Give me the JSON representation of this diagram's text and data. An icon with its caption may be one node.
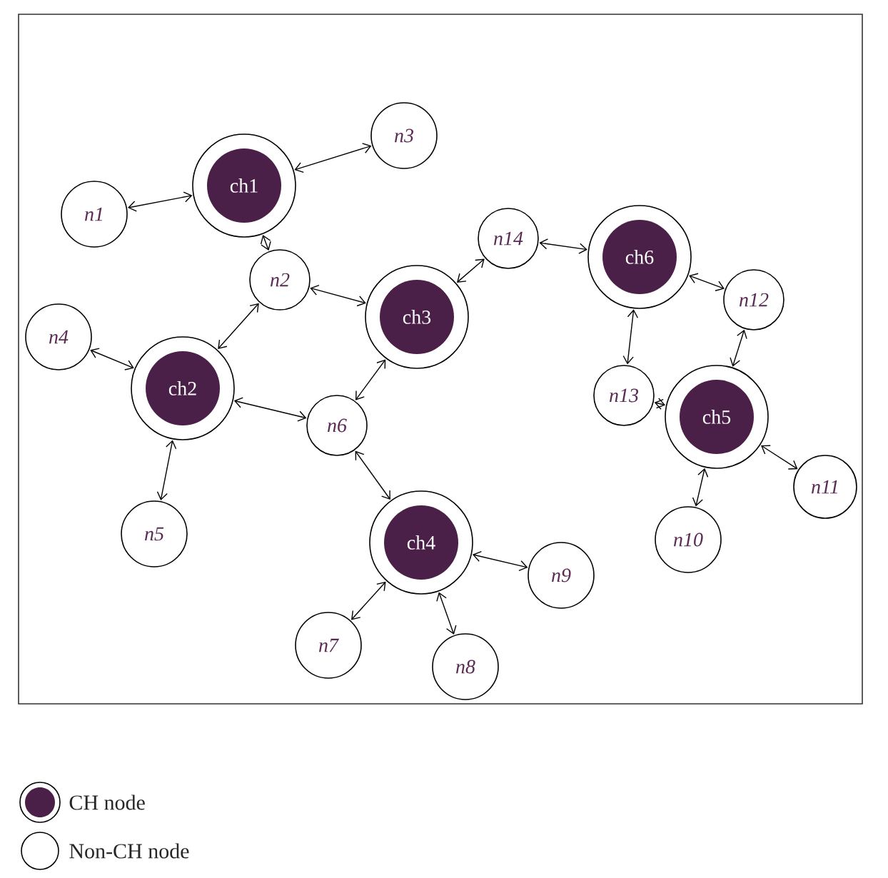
{
  "diagram": {
    "nodes": [
      {
        "text": [
          "n3"
        ]
      },
      {
        "text": [
          "ch1"
        ]
      },
      {
        "text": [
          "n1"
        ]
      },
      {
        "text": [
          "n14"
        ]
      },
      {
        "text": [
          "ch6"
        ]
      },
      {
        "text": [
          "n2"
        ]
      },
      {
        "text": [
          "n12"
        ]
      },
      {
        "text": [
          "ch3"
        ]
      },
      {
        "text": [
          "n4"
        ]
      },
      {
        "text": [
          "ch2"
        ]
      },
      {
        "text": [
          "n13"
        ]
      },
      {
        "text": [
          "ch5"
        ]
      },
      {
        "text": [
          "n6"
        ]
      },
      {
        "text": [
          "n11"
        ]
      },
      {
        "text": [
          "n5"
        ]
      },
      {
        "text": [
          "n10"
        ]
      },
      {
        "text": [
          "ch4"
        ]
      },
      {
        "text": [
          "n9"
        ]
      },
      {
        "text": [
          "n7"
        ]
      },
      {
        "text": [
          "n8"
        ]
      }
    ],
    "edges": [
      {
        "from": 1,
        "to": 2,
        "arrow": "both"
      },
      {
        "from": 1,
        "to": 0,
        "arrow": "both"
      },
      {
        "from": 1,
        "to": 5,
        "arrow": "both"
      },
      {
        "from": 5,
        "to": 7,
        "arrow": "both"
      },
      {
        "from": 5,
        "to": 9,
        "arrow": "both"
      },
      {
        "from": 8,
        "to": 9,
        "arrow": "both"
      },
      {
        "from": 9,
        "to": 14,
        "arrow": "both"
      },
      {
        "from": 9,
        "to": 12,
        "arrow": "both"
      },
      {
        "from": 12,
        "to": 7,
        "arrow": "both"
      },
      {
        "from": 7,
        "to": 3,
        "arrow": "both"
      },
      {
        "from": 3,
        "to": 4,
        "arrow": "both"
      },
      {
        "from": 4,
        "to": 6,
        "arrow": "both"
      },
      {
        "from": 4,
        "to": 10,
        "arrow": "both"
      },
      {
        "from": 6,
        "to": 11,
        "arrow": "both"
      },
      {
        "from": 10,
        "to": 11,
        "arrow": "both"
      },
      {
        "from": 11,
        "to": 13,
        "arrow": "both"
      },
      {
        "from": 11,
        "to": 15,
        "arrow": "both"
      },
      {
        "from": 12,
        "to": 16,
        "arrow": "both"
      },
      {
        "from": 16,
        "to": 17,
        "arrow": "both"
      },
      {
        "from": 16,
        "to": 18,
        "arrow": "both"
      },
      {
        "from": 16,
        "to": 19,
        "arrow": "both"
      }
    ],
    "legend": [
      {
        "text": "CH node",
        "color": "#4b2048"
      },
      {
        "text": "Non-CH node"
      }
    ]
  }
}
